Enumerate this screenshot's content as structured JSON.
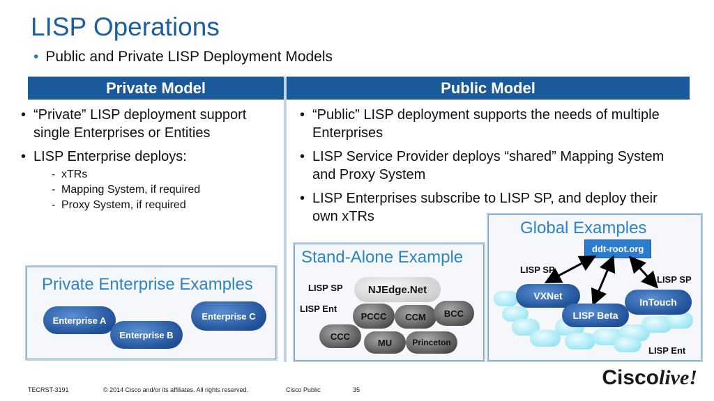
{
  "slide": {
    "title": "LISP Operations",
    "subtitle": "Public and Private LISP Deployment Models"
  },
  "private": {
    "header": "Private Model",
    "bullets": [
      "“Private” LISP deployment support single Enterprises or Entities",
      "LISP Enterprise deploys:"
    ],
    "sub_bullets": [
      "xTRs",
      "Mapping System, if required",
      "Proxy System, if required"
    ],
    "examples_title": "Private Enterprise Examples",
    "clouds": [
      "Enterprise A",
      "Enterprise B",
      "Enterprise C"
    ]
  },
  "public": {
    "header": "Public Model",
    "bullets": [
      "“Public” LISP deployment supports the needs of multiple Enterprises",
      "LISP Service Provider deploys “shared” Mapping System and Proxy System",
      "LISP Enterprises subscribe to LISP SP, and deploy their own xTRs"
    ]
  },
  "standalone": {
    "title": "Stand-Alone Example",
    "lisp_sp_label": "LISP SP",
    "lisp_ent_label": "LISP Ent",
    "sp_cloud": "NJEdge.Net",
    "ent_clouds": [
      "PCCC",
      "CCM",
      "BCC",
      "CCC",
      "MU",
      "Princeton"
    ]
  },
  "global": {
    "title": "Global Examples",
    "root": "ddt-root.org",
    "lisp_sp_left": "LISP SP",
    "lisp_sp_right": "LISP SP",
    "lisp_ent": "LISP Ent",
    "sp_clouds": [
      "VXNet",
      "InTouch",
      "LISP Beta"
    ]
  },
  "footer": {
    "session": "TECRST-3191",
    "copyright": "© 2014 Cisco and/or its affiliates. All rights reserved.",
    "classification": "Cisco Public",
    "page": "35"
  },
  "logo": {
    "brand": "Cisco",
    "live": "live!"
  },
  "colors": {
    "title": "#1c5e9e",
    "header_bg": "#1b5a9a",
    "panel_title": "#2a84c6"
  }
}
